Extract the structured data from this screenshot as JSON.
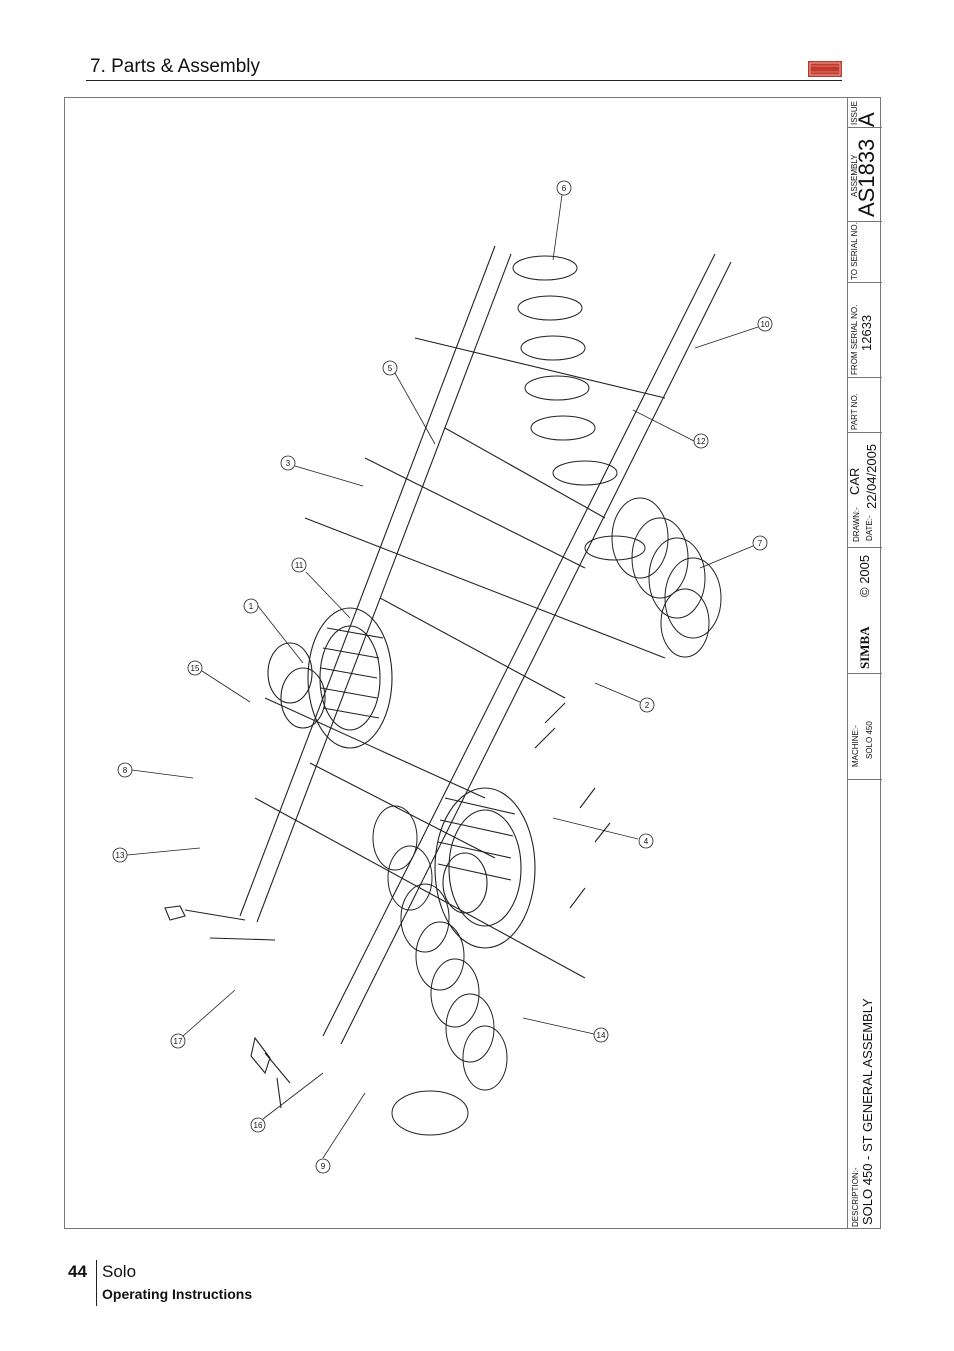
{
  "header": {
    "section_title": "7. Parts & Assembly",
    "logo_text": "SIMBA"
  },
  "title_block": {
    "issue_label": "ISSUE",
    "issue_value": "A",
    "assembly_label": "ASSEMBLY",
    "assembly_value": "AS1833",
    "to_serial_label": "TO SERIAL NO.",
    "from_serial_label": "FROM SERIAL NO.",
    "from_serial_value": "12633",
    "part_no_label": "PART NO.",
    "drawn_label": "DRAWN:-",
    "drawn_value": "CAR",
    "date_label": "DATE:-",
    "date_value": "22/04/2005",
    "brand": "SIMBA",
    "copyright": "© 2005",
    "machine_label": "MACHINE:-",
    "machine_value": "SOLO 450",
    "description_label": "DESCRIPTION:-",
    "description_value": "SOLO 450 - ST GENERAL ASSEMBLY"
  },
  "callouts": [
    "1",
    "2",
    "3",
    "4",
    "5",
    "6",
    "7",
    "8",
    "9",
    "10",
    "11",
    "12",
    "13",
    "14",
    "15",
    "16",
    "17"
  ],
  "footer": {
    "page_number": "44",
    "product": "Solo",
    "doc_type": "Operating Instructions"
  }
}
